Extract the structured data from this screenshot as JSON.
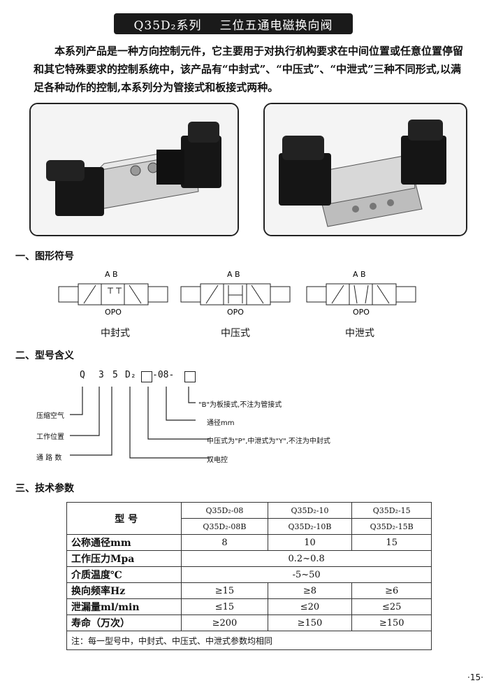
{
  "title": {
    "part1": "Q35D₂系列",
    "part2": "三位五通电磁换向阀"
  },
  "intro": "本系列产品是一种方向控制元件，它主要用于对执行机构要求在中间位置或任意位置停留和其它特殊要求的控制系统中，该产品有“中封式”、“中压式”、“中泄式”三种不同形式,以满足各种动作的控制,本系列分为管接式和板接式两种。",
  "sections": {
    "symbols": "一、图形符号",
    "model_meaning": "二、型号含义",
    "tech_params": "三、技术参数"
  },
  "symbols": [
    {
      "label": "中封式",
      "top": "A B",
      "bottom": "OPO"
    },
    {
      "label": "中压式",
      "top": "A B",
      "bottom": "OPO"
    },
    {
      "label": "中泄式",
      "top": "A B",
      "bottom": "OPO"
    }
  ],
  "model_code": {
    "q": "Q",
    "three": "3",
    "five": "5",
    "d2": "D₂",
    "dash08": "-08-",
    "keys": {
      "air": "压缩空气",
      "position": "工作位置",
      "ports": "通  路  数",
      "b_plate": "\"B\"为板接式,不注为管接式",
      "diameter": "通径mm",
      "center": "中压式为\"P\",中泄式为\"Y\",不注为中封式",
      "dual": "双电控"
    }
  },
  "table": {
    "header_label": "型    号",
    "models_top": [
      "Q35D₂-08",
      "Q35D₂-10",
      "Q35D₂-15"
    ],
    "models_bottom": [
      "Q35D₂-08B",
      "Q35D₂-10B",
      "Q35D₂-15B"
    ],
    "rows": [
      {
        "label": "公称通径mm",
        "values": [
          "8",
          "10",
          "15"
        ]
      },
      {
        "label": "工作压力Mpa",
        "merged": "0.2~0.8"
      },
      {
        "label": "介质温度℃",
        "merged": "-5~50"
      },
      {
        "label": "换向频率Hz",
        "values": [
          "≥15",
          "≥8",
          "≥6"
        ]
      },
      {
        "label": "泄漏量ml/min",
        "values": [
          "≤15",
          "≤20",
          "≤25"
        ]
      },
      {
        "label": "寿命（万次）",
        "values": [
          "≥200",
          "≥150",
          "≥150"
        ]
      }
    ],
    "note": "注：每一型号中，中封式、中压式、中泄式参数均相同"
  },
  "page_number": "·15·"
}
